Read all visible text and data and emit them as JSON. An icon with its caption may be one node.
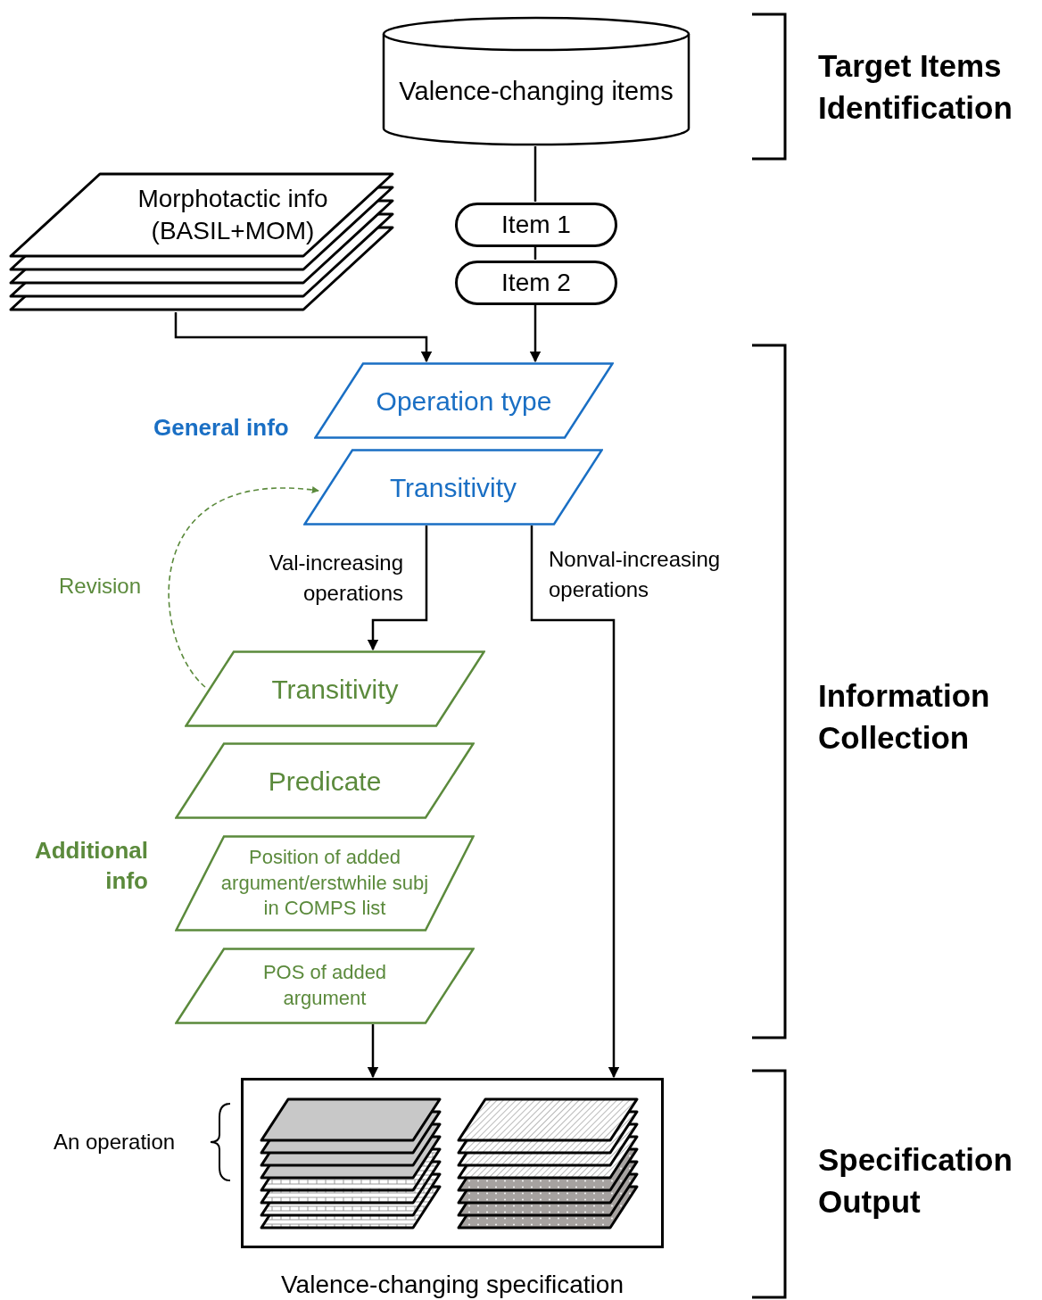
{
  "diagram": {
    "nodes": [
      {
        "text": [
          "Valence-changing items"
        ]
      },
      {
        "text": [
          "Item 1"
        ]
      },
      {
        "text": [
          "Item 2"
        ]
      },
      {
        "text": [
          "Morphotactic info (BASIL+MOM)"
        ]
      },
      {
        "text": [
          "Operation type"
        ]
      },
      {
        "text": [
          "Transitivity"
        ]
      },
      {
        "text": [
          "Transitivity"
        ]
      },
      {
        "text": [
          "Predicate"
        ]
      },
      {
        "text": [
          "Position of added argument/erstwhile subj in COMPS list"
        ]
      },
      {
        "text": [
          "POS of added argument"
        ]
      },
      {
        "text": [],
        "shape": "box",
        "beside": [
          "Valence-changing specification"
        ]
      }
    ],
    "edges": [
      {
        "from": 0,
        "to": 1,
        "arrow": "none"
      },
      {
        "from": 1,
        "to": 2,
        "arrow": "none"
      },
      {
        "from": 2,
        "to": 4,
        "arrow": "to"
      },
      {
        "from": 3,
        "to": 4,
        "arrow": "to"
      },
      {
        "from": 5,
        "to": 6,
        "arrow": "to",
        "label": "Val-increasing operations"
      },
      {
        "from": 5,
        "to": 10,
        "arrow": "to",
        "label": "Nonval-increasing operations"
      },
      {
        "from": 6,
        "to": 5,
        "arrow": "to",
        "label": "Revision",
        "style": "dashed",
        "color": "#5b8a3c"
      },
      {
        "from": 9,
        "to": 10,
        "arrow": "to"
      }
    ],
    "labels": [
      "Target Items Identification",
      "General info",
      "Information Collection",
      "Additional info",
      "An operation",
      "Specification Output"
    ]
  }
}
